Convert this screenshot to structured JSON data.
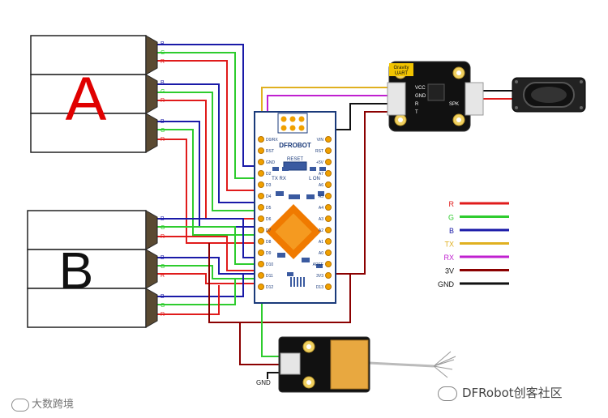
{
  "panels": {
    "a_letter": "A",
    "b_letter": "B",
    "pin_labels": [
      "B",
      "G",
      "R"
    ]
  },
  "gravity_uart": {
    "title_line1": "Gravity",
    "title_line2": "UART",
    "left_pins": [
      "VCC",
      "GND",
      "R",
      "T"
    ],
    "right_label": "SPK"
  },
  "nano": {
    "brand": "DFROBOT",
    "reset": "RESET",
    "txrx": "TX RX",
    "led": "L ON",
    "left_pins": [
      "D0/RX",
      "RST",
      "GND",
      "D2",
      "D3",
      "D4",
      "D5",
      "D6",
      "D7",
      "D8",
      "D9",
      "D10",
      "D11",
      "D12"
    ],
    "right_pins": [
      "VIN",
      "RST",
      "+5V",
      "A7",
      "A6",
      "A5",
      "A4",
      "A3",
      "A2",
      "A1",
      "A0",
      "AREF",
      "3V3",
      "D13"
    ]
  },
  "legend": [
    {
      "label": "R",
      "color": "#e01b1b"
    },
    {
      "label": "G",
      "color": "#2ecc2e"
    },
    {
      "label": "B",
      "color": "#1a1aa8"
    },
    {
      "label": "TX",
      "color": "#e0b020"
    },
    {
      "label": "RX",
      "color": "#c020d0"
    },
    {
      "label": "3V",
      "color": "#8b0000"
    },
    {
      "label": "GND",
      "color": "#111111"
    }
  ],
  "sensor": {
    "gnd_label": "GND"
  },
  "watermark_left": "大数跨境",
  "watermark_right": "DFRobot创客社区"
}
